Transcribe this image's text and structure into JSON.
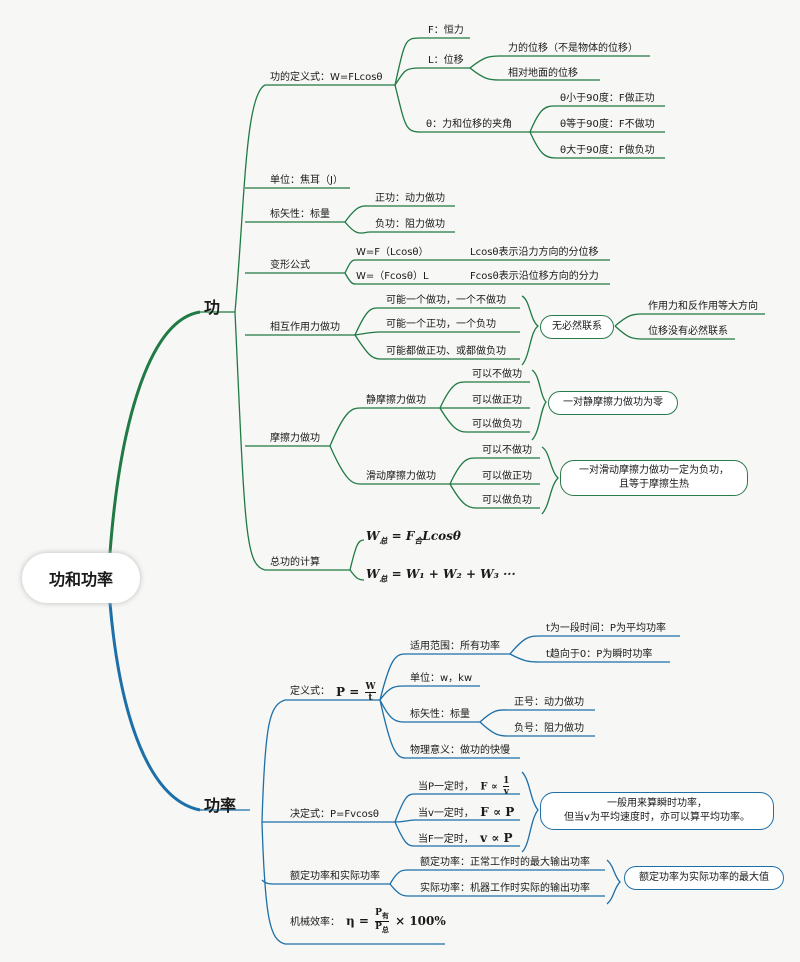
{
  "root": "功和功率",
  "work": {
    "label": "功",
    "definition": "功的定义式：W=FLcosθ",
    "F": "F：恒力",
    "L": "L：位移",
    "L_sub1": "力的位移（不是物体的位移）",
    "L_sub2": "相对地面的位移",
    "theta": "θ：力和位移的夹角",
    "theta_sub1": "θ小于90度：F做正功",
    "theta_sub2": "θ等于90度：F不做功",
    "theta_sub3": "θ大于90度：F做负功",
    "unit": "单位：焦耳（J）",
    "scalar": "标矢性：标量",
    "scalar_pos": "正功：动力做功",
    "scalar_neg": "负功：阻力做功",
    "deform": "变形公式",
    "deform1": "W=F（Lcosθ）",
    "deform1_note": "Lcosθ表示沿力方向的分位移",
    "deform2": "W=（Fcosθ）L",
    "deform2_note": "Fcosθ表示沿位移方向的分力",
    "interaction": "相互作用力做功",
    "inter1": "可能一个做功，一个不做功",
    "inter2": "可能一个正功，一个负功",
    "inter3": "可能都做正功、或都做负功",
    "inter_box": "无必然联系",
    "inter_r1": "作用力和反作用等大方向",
    "inter_r2": "位移没有必然联系",
    "friction": "摩擦力做功",
    "static": "静摩擦力做功",
    "static1": "可以不做功",
    "static2": "可以做正功",
    "static3": "可以做负功",
    "static_box": "一对静摩擦力做功为零",
    "sliding": "滑动摩擦力做功",
    "slide1": "可以不做功",
    "slide2": "可以做正功",
    "slide3": "可以做负功",
    "slide_box_l1": "一对滑动摩擦力做功一定为负功，",
    "slide_box_l2": "且等于摩擦生热",
    "total": "总功的计算",
    "total_f1_lhs": "W",
    "total_f1_sub": "总",
    "total_f1_rhs": " = F",
    "total_f1_sub2": "合",
    "total_f1_tail": "Lcosθ",
    "total_f2": "W",
    "total_f2_sub": "总",
    "total_f2_tail": " = W₁ + W₂ + W₃ ···"
  },
  "power": {
    "label": "功率",
    "def_label": "定义式：",
    "def_P": "P = ",
    "def_num": "W",
    "def_den": "t",
    "scope": "适用范围：所有功率",
    "scope1": "t为一段时间：P为平均功率",
    "scope2": "t趋向于0：P为瞬时功率",
    "unit": "单位：w，kw",
    "scalar": "标矢性：标量",
    "scalar_pos": "正号：动力做功",
    "scalar_neg": "负号：阻力做功",
    "meaning": "物理意义：做功的快慢",
    "decide": "决定式：P=Fvcosθ",
    "decide1_lbl": "当P一定时，",
    "decide1_f": "F ∝ ",
    "decide1_num": "1",
    "decide1_den": "v",
    "decide2_lbl": "当v一定时，",
    "decide2_f": "F ∝ P",
    "decide3_lbl": "当F一定时，",
    "decide3_f": "v ∝ P",
    "decide_box_l1": "一般用来算瞬时功率，",
    "decide_box_l2": "但当v为平均速度时，亦可以算平均功率。",
    "rated": "额定功率和实际功率",
    "rated1": "额定功率：正常工作时的最大输出功率",
    "rated2": "实际功率：机器工作时实际的输出功率",
    "rated_box": "额定功率为实际功率的最大值",
    "eff": "机械效率：",
    "eff_lhs": "η = ",
    "eff_num": "P",
    "eff_num_sub": "有",
    "eff_den": "P",
    "eff_den_sub": "总",
    "eff_tail": " × 100%"
  },
  "colors": {
    "work_branch": "#1f7a43",
    "power_branch": "#1d6fa8",
    "background": "#f7f7f5"
  }
}
